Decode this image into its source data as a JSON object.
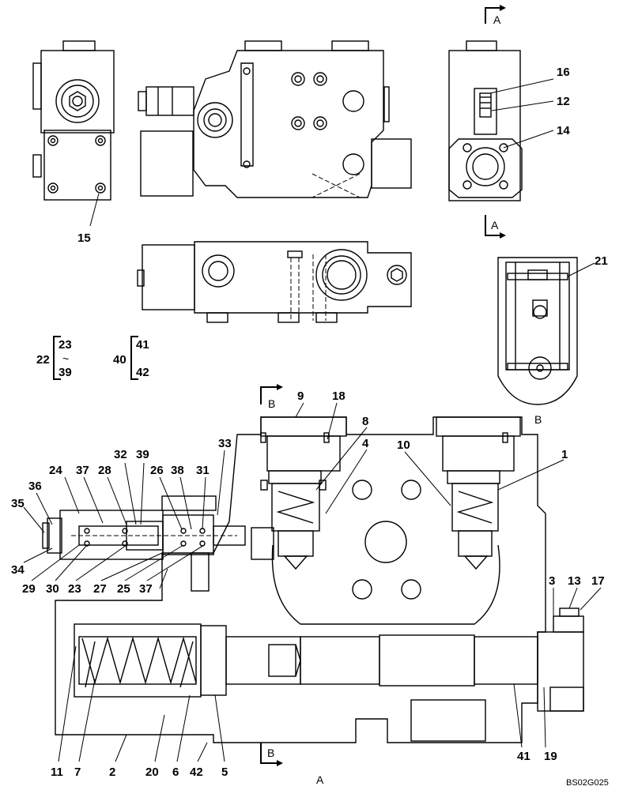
{
  "drawing": {
    "code": "BS02G025",
    "section_marks": {
      "a": "A",
      "b": "B"
    },
    "group_labels": {
      "g22": {
        "id": "22",
        "from": "23",
        "sep": "~",
        "to": "39"
      },
      "g40": {
        "id": "40",
        "top": "41",
        "bottom": "42"
      }
    },
    "callouts": {
      "c1": "1",
      "c2": "2",
      "c3": "3",
      "c4": "4",
      "c5": "5",
      "c6": "6",
      "c7": "7",
      "c8": "8",
      "c9": "9",
      "c10": "10",
      "c11": "11",
      "c12": "12",
      "c13": "13",
      "c14": "14",
      "c15": "15",
      "c16": "16",
      "c17": "17",
      "c18": "18",
      "c19": "19",
      "c20": "20",
      "c21": "21",
      "c23": "23",
      "c24": "24",
      "c25": "25",
      "c26": "26",
      "c27": "27",
      "c28": "28",
      "c29": "29",
      "c30": "30",
      "c31": "31",
      "c32": "32",
      "c33": "33",
      "c34": "34",
      "c35": "35",
      "c36": "36",
      "c37a": "37",
      "c37b": "37",
      "c38": "38",
      "c39": "39",
      "c41": "41",
      "c42": "42"
    }
  }
}
